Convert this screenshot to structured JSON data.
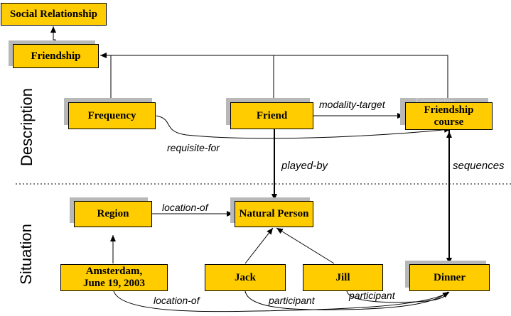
{
  "sections": {
    "description": "Description",
    "situation": "Situation"
  },
  "nodes": {
    "social_relationship": "Social Relationship",
    "friendship": "Friendship",
    "frequency": "Frequency",
    "friend": "Friend",
    "friendship_course": "Friendship course",
    "friendship_course_ghost": "Friendship",
    "region": "Region",
    "natural_person": "Natural Person",
    "amsterdam": "Amsterdam, June 19, 2003",
    "jack": "Jack",
    "jill": "Jill",
    "dinner": "Dinner"
  },
  "edges": {
    "modality_target": "modality-target",
    "requisite_for": "requisite-for",
    "played_by": "played-by",
    "sequences": "sequences",
    "location_of_top": "location-of",
    "location_of_bottom": "location-of",
    "participant_jack": "participant",
    "participant_jill": "participant"
  },
  "colors": {
    "box_fill": "#FFCC00",
    "shadow": "#B8B8B8",
    "line": "#000000"
  }
}
